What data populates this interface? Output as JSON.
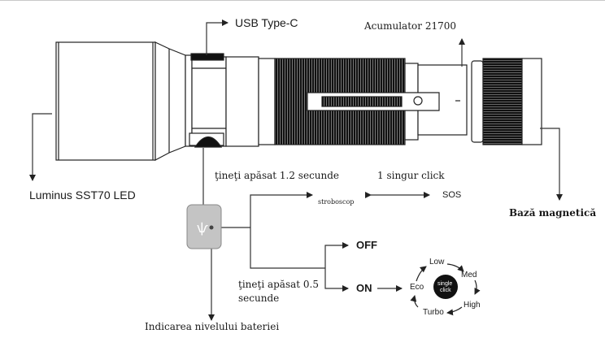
{
  "labels": {
    "usb": "USB Type-C",
    "battery": "Acumulator  21700",
    "led": "Luminus SST70 LED",
    "magnetic": "Bază magnetică",
    "battery_level": "Indicarea nivelului bateriei",
    "hold_long": "ţineţi apăsat 1.2 secunde",
    "single_click": "1 singur click",
    "strobe": "stroboscop",
    "sos": "SOS",
    "off": "OFF",
    "on": "ON",
    "hold_short_line1": "ţineţi apăsat 0.5",
    "hold_short_line2": "secunde"
  },
  "mode_cycle": {
    "center_line1": "single",
    "center_line2": "click",
    "modes": [
      "Low",
      "Med",
      "High",
      "Turbo",
      "Eco"
    ]
  },
  "colors": {
    "line": "#2b2b2b",
    "knurl": "#111111",
    "button_bg": "#c4c4c4",
    "center_circle": "#111111"
  }
}
